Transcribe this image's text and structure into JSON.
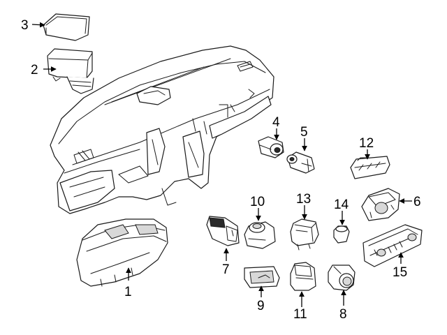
{
  "callouts": [
    {
      "id": "1",
      "label": "1"
    },
    {
      "id": "2",
      "label": "2"
    },
    {
      "id": "3",
      "label": "3"
    },
    {
      "id": "4",
      "label": "4"
    },
    {
      "id": "5",
      "label": "5"
    },
    {
      "id": "6",
      "label": "6"
    },
    {
      "id": "7",
      "label": "7"
    },
    {
      "id": "8",
      "label": "8"
    },
    {
      "id": "9",
      "label": "9"
    },
    {
      "id": "10",
      "label": "10"
    },
    {
      "id": "11",
      "label": "11"
    },
    {
      "id": "12",
      "label": "12"
    },
    {
      "id": "13",
      "label": "13"
    },
    {
      "id": "14",
      "label": "14"
    },
    {
      "id": "15",
      "label": "15"
    }
  ],
  "colors": {
    "line": "#1a1a1a",
    "background": "#ffffff"
  }
}
